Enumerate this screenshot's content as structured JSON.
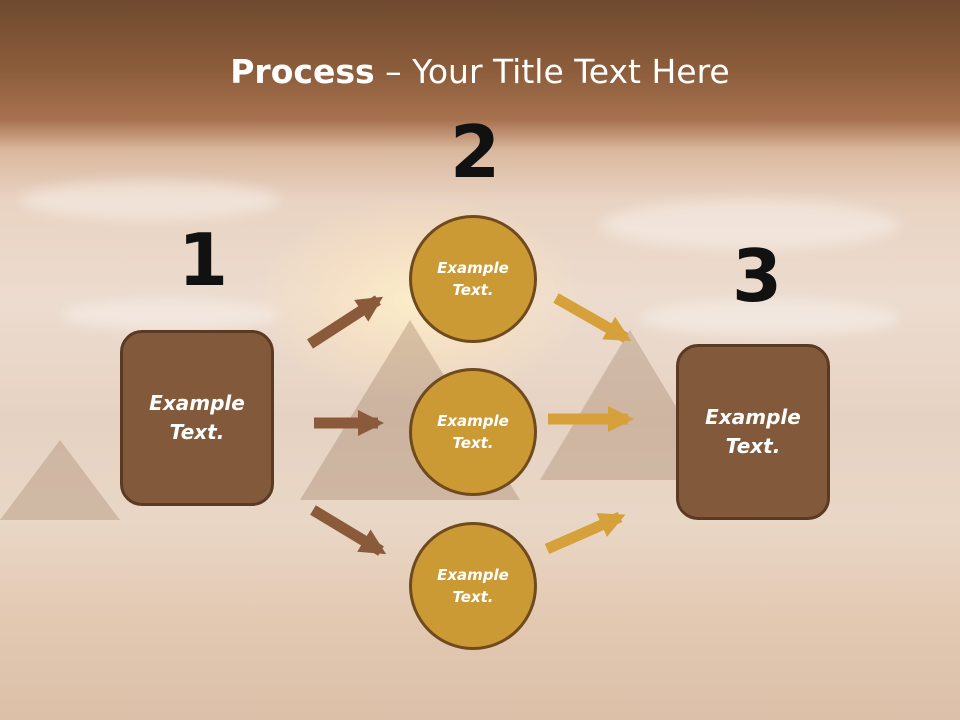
{
  "title": {
    "bold": "Process",
    "rest": " – Your Title Text Here"
  },
  "steps": {
    "step1": {
      "number": "1",
      "label": "Example Text."
    },
    "step2": {
      "number": "2",
      "labels": [
        "Example Text.",
        "Example Text.",
        "Example Text."
      ]
    },
    "step3": {
      "number": "3",
      "label": "Example Text."
    }
  },
  "colors": {
    "box": "#825a3b",
    "circle": "#cc9a35",
    "arrow_left": "#8a5a3a",
    "arrow_right": "#d6a03a"
  }
}
